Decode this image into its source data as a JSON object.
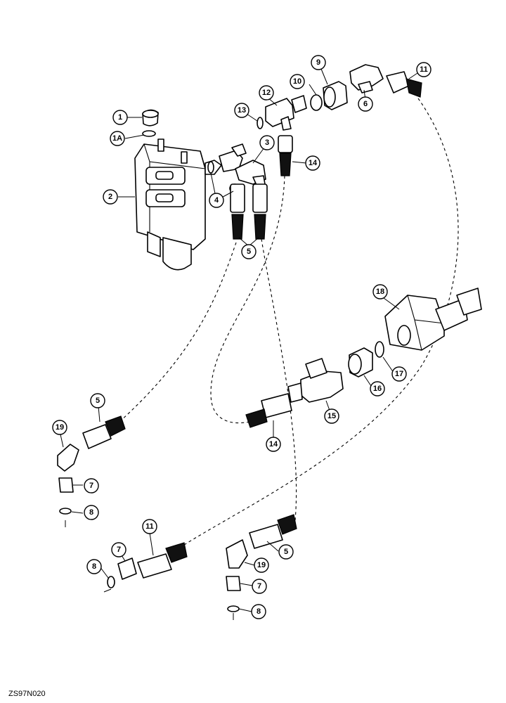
{
  "figure": {
    "reference_code": "ZS97N020"
  },
  "callouts": [
    {
      "id": "c1",
      "label": "1"
    },
    {
      "id": "c1a",
      "label": "1A"
    },
    {
      "id": "c2",
      "label": "2"
    },
    {
      "id": "c3",
      "label": "3"
    },
    {
      "id": "c4",
      "label": "4"
    },
    {
      "id": "c5a",
      "label": "5"
    },
    {
      "id": "c6",
      "label": "6"
    },
    {
      "id": "c9",
      "label": "9"
    },
    {
      "id": "c10",
      "label": "10"
    },
    {
      "id": "c11a",
      "label": "11"
    },
    {
      "id": "c12",
      "label": "12"
    },
    {
      "id": "c13",
      "label": "13"
    },
    {
      "id": "c14a",
      "label": "14"
    },
    {
      "id": "c18",
      "label": "18"
    },
    {
      "id": "c17",
      "label": "17"
    },
    {
      "id": "c16",
      "label": "16"
    },
    {
      "id": "c15",
      "label": "15"
    },
    {
      "id": "c14b",
      "label": "14"
    },
    {
      "id": "c5b",
      "label": "5"
    },
    {
      "id": "c19a",
      "label": "19"
    },
    {
      "id": "c7a",
      "label": "7"
    },
    {
      "id": "c8a",
      "label": "8"
    },
    {
      "id": "c11b",
      "label": "11"
    },
    {
      "id": "c7b",
      "label": "7"
    },
    {
      "id": "c8b",
      "label": "8"
    },
    {
      "id": "c5c",
      "label": "5"
    },
    {
      "id": "c19b",
      "label": "19"
    },
    {
      "id": "c7c",
      "label": "7"
    },
    {
      "id": "c8c",
      "label": "8"
    }
  ]
}
